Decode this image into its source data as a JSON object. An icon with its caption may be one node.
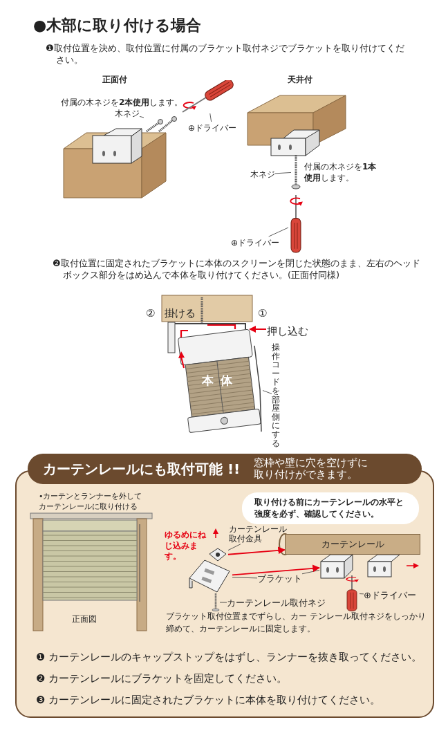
{
  "diagram": {
    "title": "●木部に取り付ける場合",
    "nodes": [
      {
        "text": [
          "木ネジ"
        ]
      },
      {
        "text": [],
        "shape": "picture"
      },
      {
        "text": [
          "⊕ドライバー"
        ]
      },
      {
        "text": [],
        "shape": "picture"
      },
      {
        "text": [
          "木ネジ"
        ]
      },
      {
        "text": [],
        "shape": "picture"
      },
      {
        "text": [
          "⊕ドライバー"
        ]
      },
      {
        "text": [],
        "shape": "picture"
      },
      {
        "text": [
          "操作コードを部屋側にする"
        ]
      },
      {
        "text": [],
        "shape": "picture"
      },
      {
        "text": [
          "カーテンレールにも取付可能 !!",
          "窓枠や壁に穴を空けずに取り付けができます。"
        ]
      },
      {
        "text": [
          "取り付ける前にカーテンレールの水平と強度を必ず、確認してください。"
        ],
        "in": 10
      },
      {
        "text": [
          "カーテンレール取付金具"
        ],
        "in": 10
      },
      {
        "text": [],
        "shape": "picture",
        "in": 10
      },
      {
        "text": [
          "ブラケット"
        ],
        "in": 10
      },
      {
        "text": [],
        "shape": "picture",
        "in": 10
      },
      {
        "text": [],
        "shape": "picture",
        "in": 10
      },
      {
        "text": [
          "カーテンレール取付ネジ"
        ],
        "in": 10
      },
      {
        "text": [],
        "shape": "picture",
        "in": 10
      },
      {
        "text": [
          "⊕ドライバー"
        ],
        "in": 10
      },
      {
        "text": [],
        "shape": "picture",
        "in": 10
      },
      {
        "text": [
          "カーテンレール"
        ],
        "in": 10
      }
    ],
    "edges": [
      {
        "from": 0,
        "to": 1,
        "arrow": "none"
      },
      {
        "from": 2,
        "to": 3,
        "arrow": "none"
      },
      {
        "from": 4,
        "to": 5,
        "arrow": "none"
      },
      {
        "from": 6,
        "to": 7,
        "arrow": "none"
      },
      {
        "from": 8,
        "to": 9,
        "arrow": "none"
      },
      {
        "from": 12,
        "to": 13,
        "arrow": "none"
      },
      {
        "from": 14,
        "to": 15,
        "arrow": "none"
      },
      {
        "from": 14,
        "to": 16,
        "arrow": "none"
      },
      {
        "from": 17,
        "to": 18,
        "arrow": "none"
      },
      {
        "from": 19,
        "to": 20,
        "arrow": "none"
      },
      {
        "from": 13,
        "to": 21,
        "arrow": "to",
        "color": "#e60012"
      },
      {
        "from": 15,
        "to": 16,
        "arrow": "to",
        "color": "#e60012"
      }
    ],
    "labels": [
      "❶取付位置を決め、取付位置に付属のブラケット取付ネジでブラケットを取り付けてください。",
      "正面付",
      "天井付",
      "付属の木ネジを**2本使用**します。",
      "付属の木ネジを**1本使用**します。",
      "❷取付位置に固定されたブラケットに本体のスクリーンを閉じた状態のまま、左右のヘッドボックス部分をはめ込んで本体を取り付けてください。(正面付同様)",
      "②",
      "掛ける",
      "①",
      "押し込む",
      "本体",
      "•カーテンとランナーを外してカーテンレールに取り付ける",
      "正面図",
      "ゆるめにねじ込みます。",
      "ブラケット取付位置までずらし、カー テンレール取付ネジをしっかり締めて、カーテンレールに固定します。",
      "❶ カーテンレールのキャップストップをはずし、ランナーを抜き取ってください。",
      "❷ カーテンレールにブラケットを固定してください。",
      "❸ カーテンレールに固定されたブラケットに本体を取り付けてください。"
    ]
  }
}
